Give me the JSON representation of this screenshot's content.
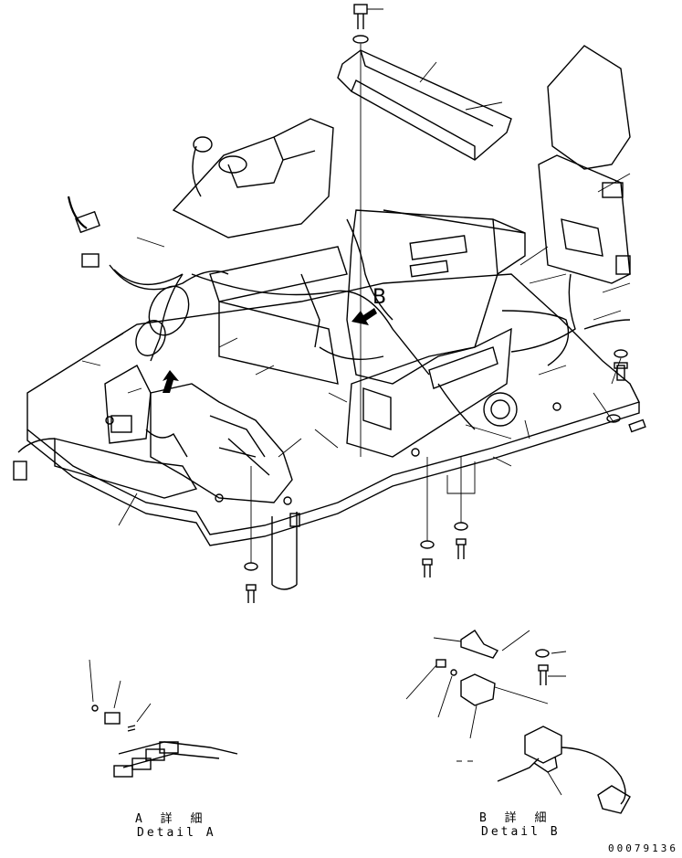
{
  "detail_a": {
    "jp": "A 詳 細",
    "en": "Detail A"
  },
  "detail_b": {
    "jp": "B 詳 細",
    "en": "Detail B"
  },
  "marker_b": "B",
  "drawing_code": "00079136",
  "colors": {
    "ink": "#000000",
    "paper": "#ffffff"
  }
}
